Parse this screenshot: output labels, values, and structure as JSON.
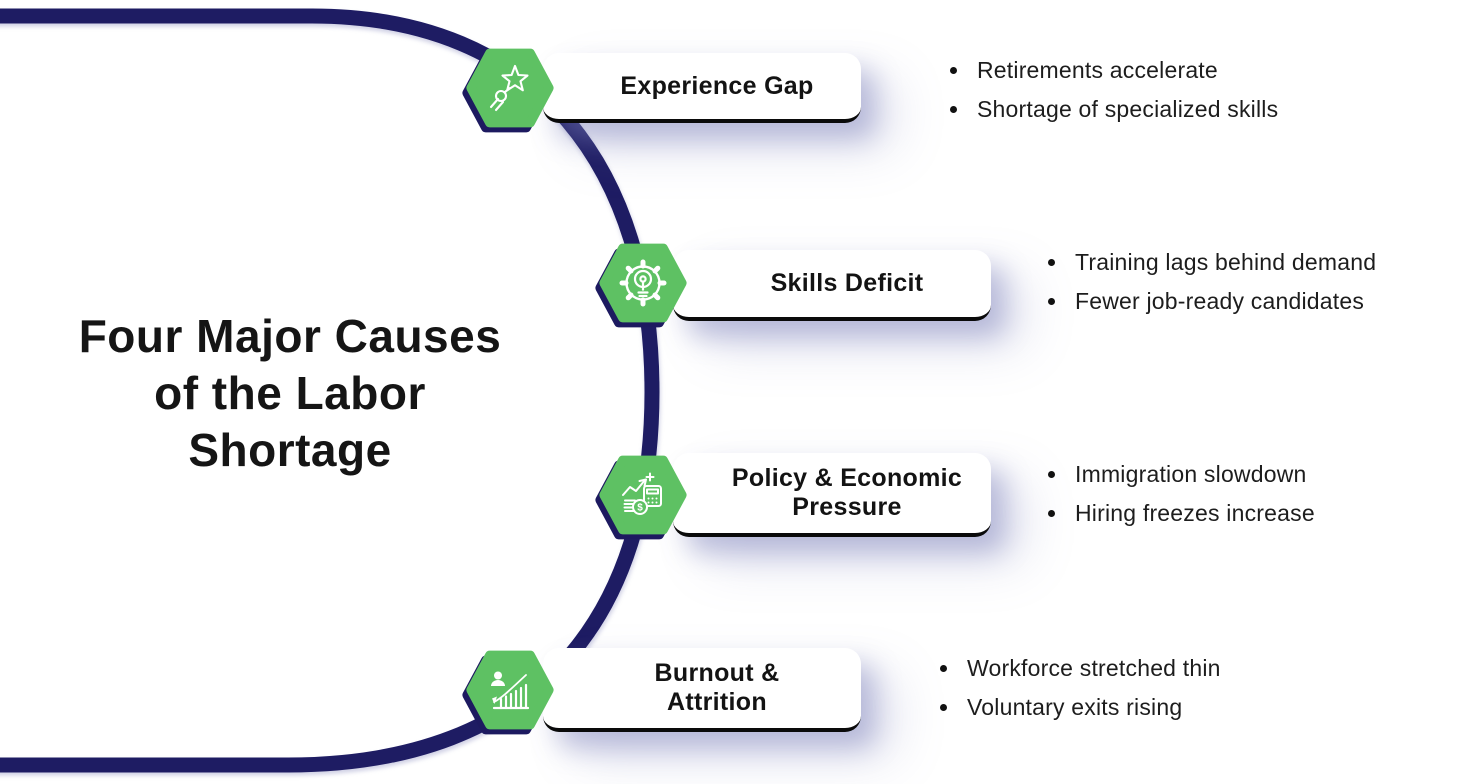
{
  "title": {
    "full": "Four Major Causes of the Labor Shortage",
    "lines": [
      "Four Major Causes",
      "of the Labor",
      "Shortage"
    ]
  },
  "colors": {
    "curve_navy": "#1e1c63",
    "hexagon_green": "#5ec163",
    "card_bottom_border": "#0a0a0a",
    "text_dark": "#1d1d1d",
    "card_background": "#ffffff"
  },
  "items": [
    {
      "id": "experience-gap",
      "icon": "hand-star-icon",
      "title": "Experience Gap",
      "title_lines": [
        "Experience Gap"
      ],
      "bullets": [
        "Retirements accelerate",
        "Shortage of specialized skills"
      ]
    },
    {
      "id": "skills-deficit",
      "icon": "gear-lightbulb-icon",
      "title": "Skills Deficit",
      "title_lines": [
        "Skills Deficit"
      ],
      "bullets": [
        "Training lags behind demand",
        "Fewer job-ready candidates"
      ]
    },
    {
      "id": "policy-economic-pressure",
      "icon": "growth-chart-coins-calculator-icon",
      "title": "Policy & Economic Pressure",
      "title_lines": [
        "Policy & Economic",
        "Pressure"
      ],
      "bullets": [
        "Immigration slowdown",
        "Hiring freezes increase"
      ]
    },
    {
      "id": "burnout-attrition",
      "icon": "person-rising-bars-icon",
      "title": "Burnout & Attrition",
      "title_lines": [
        "Burnout &",
        "Attrition"
      ],
      "bullets": [
        "Workforce stretched thin",
        "Voluntary exits rising"
      ]
    }
  ]
}
